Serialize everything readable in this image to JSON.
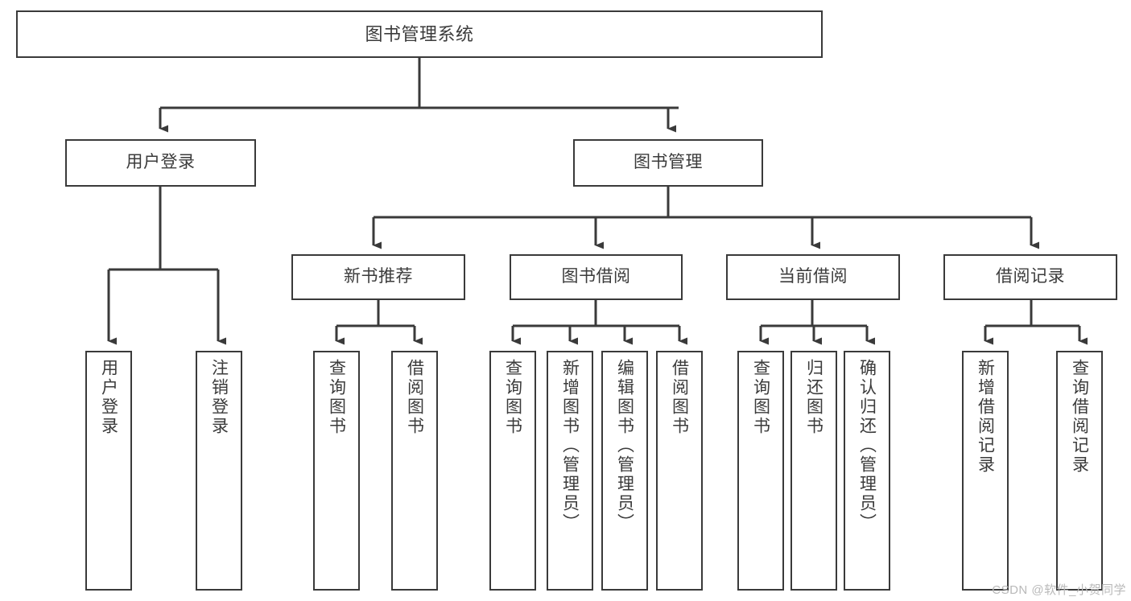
{
  "diagram": {
    "type": "tree-hierarchy-chart",
    "title": "图书管理系统",
    "watermark": "CSDN @软件_小贺同学",
    "colors": {
      "box_border": "#3a3a3a",
      "box_fill": "#ffffff",
      "connector": "#3a3a3a",
      "text": "#3b3b3b",
      "watermark": "#b9b9b9",
      "background": "#ffffff"
    },
    "root": {
      "label": "图书管理系统"
    },
    "level1": [
      {
        "label": "用户登录"
      },
      {
        "label": "图书管理"
      }
    ],
    "level2": [
      {
        "label": "新书推荐"
      },
      {
        "label": "图书借阅"
      },
      {
        "label": "当前借阅"
      },
      {
        "label": "借阅记录"
      }
    ],
    "leaves": {
      "user_login": [
        {
          "label": "用户登录"
        },
        {
          "label": "注销登录"
        }
      ],
      "new_book_recommend": [
        {
          "label": "查询图书"
        },
        {
          "label": "借阅图书"
        }
      ],
      "book_borrow": [
        {
          "label": "查询图书"
        },
        {
          "label": "新增图书（管理员）"
        },
        {
          "label": "编辑图书（管理员）"
        },
        {
          "label": "借阅图书"
        }
      ],
      "current_borrow": [
        {
          "label": "查询图书"
        },
        {
          "label": "归还图书"
        },
        {
          "label": "确认归还（管理员）"
        }
      ],
      "borrow_record": [
        {
          "label": "新增借阅记录"
        },
        {
          "label": "查询借阅记录"
        }
      ]
    }
  }
}
